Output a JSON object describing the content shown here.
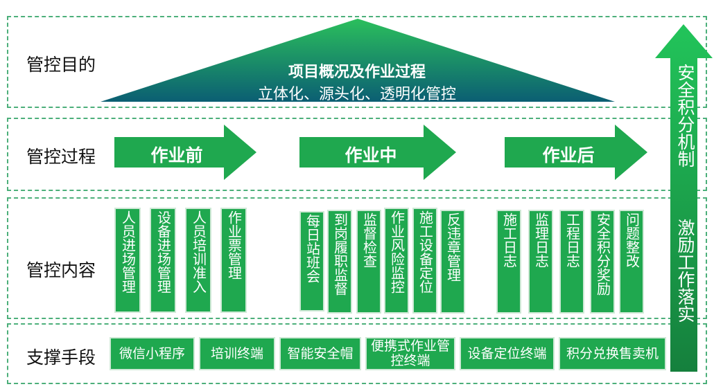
{
  "rows": {
    "goal": "管控目的",
    "process": "管控过程",
    "content": "管控内容",
    "support": "支撑手段"
  },
  "triangle": {
    "title": "项目概况及作业过程",
    "subtitle": "立体化、源头化、透明化管控"
  },
  "phases": [
    "作业前",
    "作业中",
    "作业后"
  ],
  "content_groups": [
    [
      "人员进场管理",
      "设备进场管理",
      "人员培训准入",
      "作业票管理"
    ],
    [
      "每日站班会",
      "到岗履职监督",
      "监督检查",
      "作业风险监控",
      "施工设备定位",
      "反违章管理"
    ],
    [
      "施工日志",
      "监理日志",
      "工程日志",
      "安全积分奖励",
      "问题整改"
    ]
  ],
  "support_tools": [
    "微信小程序",
    "培训终端",
    "智能安全帽",
    "便携式作业管控终端",
    "设备定位终端",
    "积分兑换售卖机"
  ],
  "side_arrow": {
    "line1": "安全积分机制",
    "line2": "激励工作落实"
  },
  "colors": {
    "green": "#1fa84f",
    "dashed": "#4caf7a",
    "triangle_top": "#2bbf5c",
    "triangle_bottom": "#0b5e73"
  }
}
